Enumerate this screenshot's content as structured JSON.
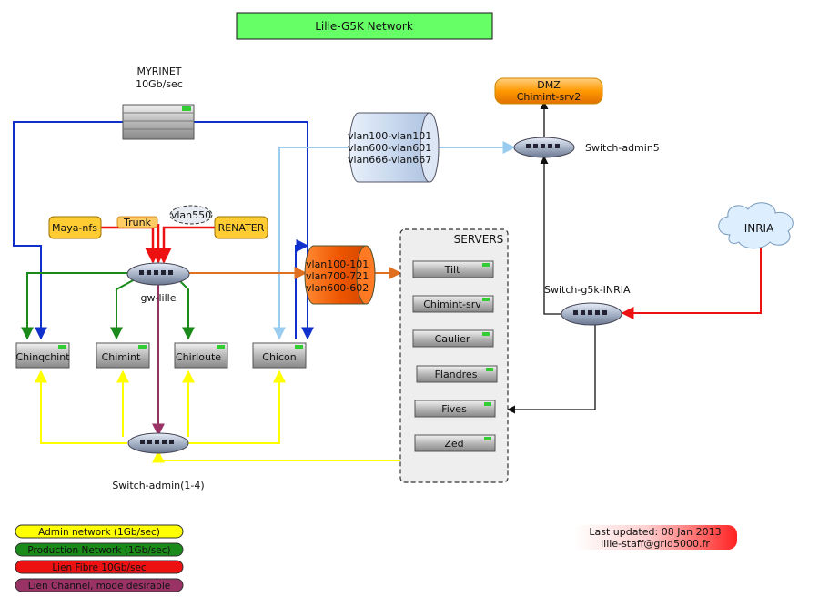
{
  "title": "Lille-G5K Network",
  "myrinet": {
    "line1": "MYRINET",
    "line2": "10Gb/sec"
  },
  "dmz": {
    "line1": "DMZ",
    "line2": "Chimint-srv2"
  },
  "vlan_admin": [
    "vlan100-vlan101",
    "vlan600-vlan601",
    "vlan666-vlan667"
  ],
  "vlan_prod": [
    "vlan100-101",
    "vlan700-721",
    "vlan600-602"
  ],
  "switch_admin5": "Switch-admin5",
  "switch_inria": "Switch-g5k-INRIA",
  "switch_admin14": "Switch-admin(1-4)",
  "gw": "gw-lille",
  "inria": "INRIA",
  "maya": "Maya-nfs",
  "trunk": "Trunk",
  "vlan550": "vlan550",
  "renater": "RENATER",
  "servers_title": "SERVERS",
  "servers": [
    "Tilt",
    "Chimint-srv",
    "Caulier",
    "Flandres",
    "Fives",
    "Zed"
  ],
  "clusters": [
    "Chinqchint",
    "Chimint",
    "Chirloute",
    "Chicon"
  ],
  "legend": [
    {
      "label": "Admin network (1Gb/sec)",
      "color": "#ffff00"
    },
    {
      "label": "Production Network (1Gb/sec)",
      "color": "#1a8a1a"
    },
    {
      "label": "Lien Fibre 10Gb/sec",
      "color": "#ee1111"
    },
    {
      "label": "Lien Channel, mode desirable",
      "color": "#993366"
    }
  ],
  "updated": {
    "line1": "Last updated: 08 Jan 2013",
    "line2": "lille-staff@grid5000.fr"
  },
  "colors": {
    "admin": "#ffff00",
    "production": "#1a8a1a",
    "fibre": "#ee1111",
    "channel": "#993366",
    "myrinet": "#1030cc",
    "vlan_admin_link": "#99ccee",
    "vlan_prod_link": "#e07020",
    "title_bg": "#66ff66",
    "node_bg": "#ffcc33"
  }
}
